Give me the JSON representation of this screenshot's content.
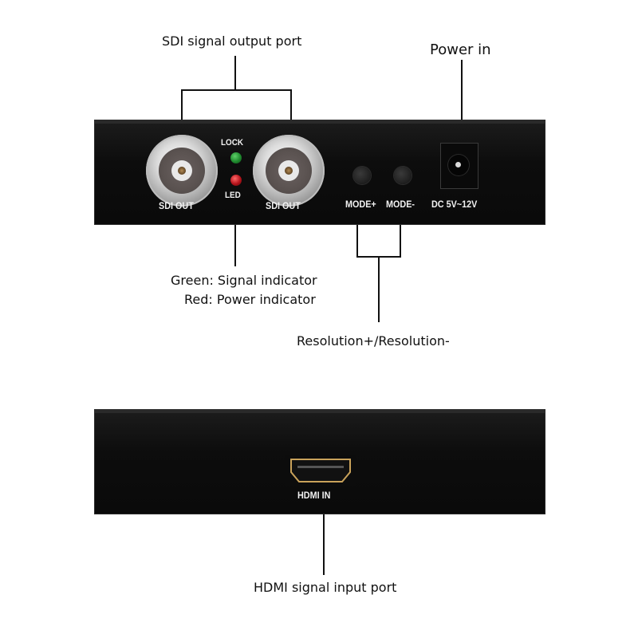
{
  "callouts": {
    "sdi_output": "SDI signal output port",
    "power_in": "Power in",
    "led_green": "Green: Signal indicator",
    "led_red": "Red: Power indicator",
    "resolution": "Resolution+/Resolution-",
    "hdmi_input": "HDMI signal input port"
  },
  "front_panel": {
    "sdi_left_label": "SDI   OUT",
    "sdi_right_label": "SDI   OUT",
    "lock_label": "LOCK",
    "led_label": "LED",
    "mode_plus_label": "MODE+",
    "mode_minus_label": "MODE-",
    "dc_label": "DC  5V~12V",
    "led_green_color": "#1f8a2e",
    "led_red_color": "#b3121a"
  },
  "rear_panel": {
    "hdmi_label": "HDMI   IN",
    "hdmi_border_color": "#c9a25a"
  },
  "icons": {
    "bnc_connector": "bnc-connector-icon",
    "led": "led-indicator-icon",
    "button": "push-button-icon",
    "dc_jack": "dc-power-jack-icon",
    "hdmi_port": "hdmi-port-icon"
  }
}
